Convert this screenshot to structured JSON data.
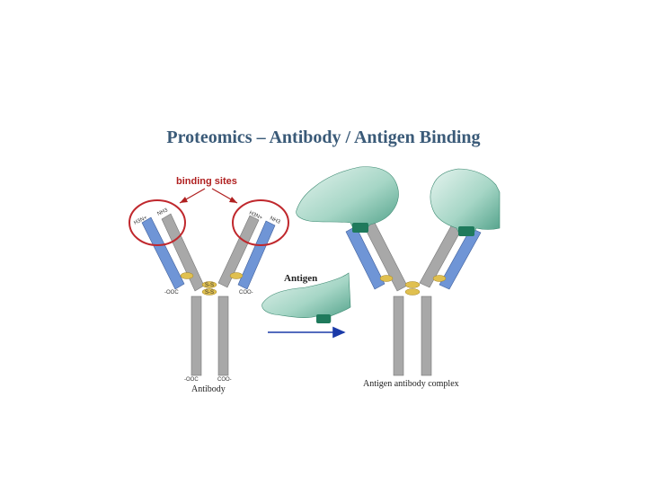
{
  "title": "Proteomics – Antibody / Antigen Binding",
  "labels": {
    "binding_sites": "binding sites",
    "antigen": "Antigen",
    "antibody": "Antibody",
    "complex": "Antigen antibody complex",
    "nh3_left_a": "H3N+",
    "nh3_left_b": "NH3",
    "nh3_right_a": "H3N+",
    "nh3_right_b": "NH3",
    "coo_left": "-OOC",
    "coo_right": "COO-",
    "coo_bottom_left": "-OOC",
    "coo_bottom_right": "COO-",
    "ss": "S-S"
  },
  "colors": {
    "heavy_chain": "#a8a8a8",
    "light_chain": "#6f95d6",
    "antigen_light": "#d4ece4",
    "antigen_dark": "#5fae98",
    "antigen_notch": "#1f7a5c",
    "circle": "#c0282d",
    "arrow": "#1a3aa8",
    "disulfide": "#e0c050"
  }
}
